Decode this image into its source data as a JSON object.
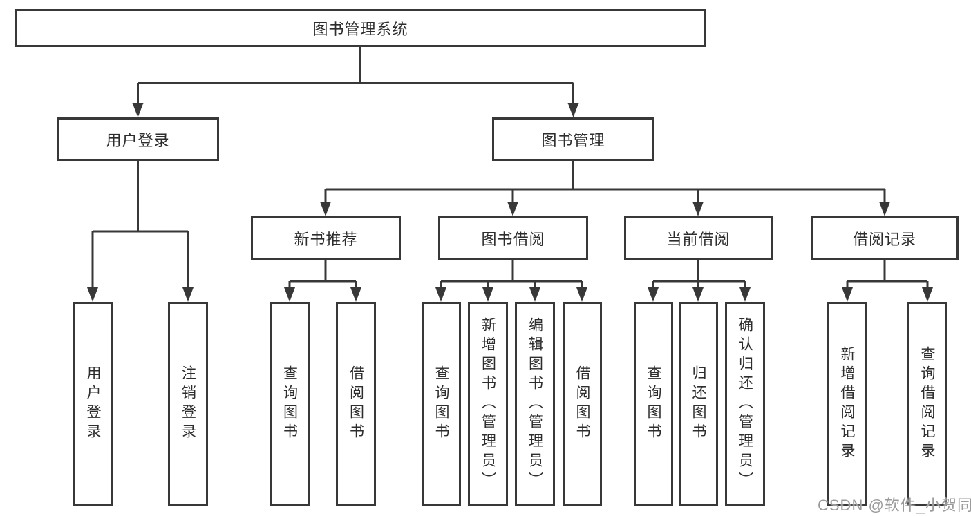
{
  "diagram": {
    "root": {
      "label": "图书管理系统"
    },
    "level1": [
      {
        "label": "用户登录"
      },
      {
        "label": "图书管理"
      }
    ],
    "level2": [
      {
        "label": "新书推荐"
      },
      {
        "label": "图书借阅"
      },
      {
        "label": "当前借阅"
      },
      {
        "label": "借阅记录"
      }
    ],
    "leaves": {
      "user_login": [
        "用户登录",
        "注销登录"
      ],
      "new_books": [
        "查询图书",
        "借阅图书"
      ],
      "book_borrow": [
        "查询图书",
        "新增图书（管理员）",
        "编辑图书（管理员）",
        "借阅图书"
      ],
      "current_borrow": [
        "查询图书",
        "归还图书",
        "确认归还（管理员）"
      ],
      "borrow_records": [
        "新增借阅记录",
        "查询借阅记录"
      ]
    }
  },
  "watermark": "CSDN @软件_小贺同学",
  "colors": {
    "line": "#383838",
    "box_border": "#383838",
    "text": "#2d2d2d",
    "watermark": "#9b9b9b",
    "background": "#ffffff"
  }
}
